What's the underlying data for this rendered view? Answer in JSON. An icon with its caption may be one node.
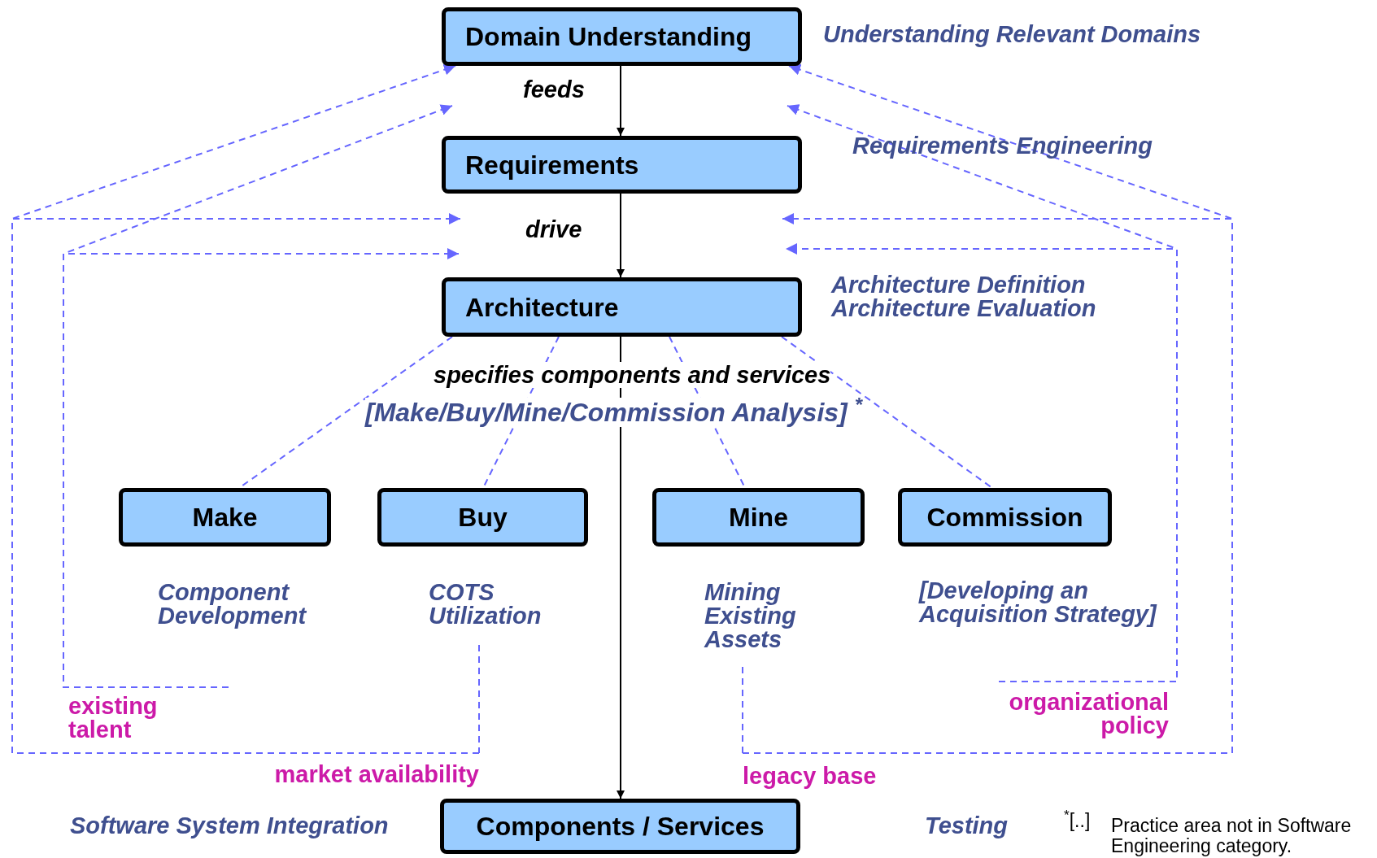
{
  "diagram": {
    "nodes": [
      {
        "text": [
          "Domain Understanding"
        ],
        "beside": [
          "Understanding Relevant Domains"
        ]
      },
      {
        "text": [
          "Requirements"
        ],
        "beside": [
          "Requirements Engineering"
        ]
      },
      {
        "text": [
          "Architecture"
        ],
        "beside": [
          "Architecture Definition",
          "Architecture Evaluation"
        ]
      },
      {
        "text": [
          "Make"
        ],
        "beside": [
          "Component Development"
        ]
      },
      {
        "text": [
          "Buy"
        ],
        "beside": [
          "COTS Utilization"
        ]
      },
      {
        "text": [
          "Mine"
        ],
        "beside": [
          "Mining Existing Assets"
        ]
      },
      {
        "text": [
          "Commission"
        ],
        "beside": [
          "[Developing an Acquisition Strategy]"
        ]
      },
      {
        "text": [
          "Components / Services"
        ]
      },
      {
        "text": [
          "existing talent"
        ]
      },
      {
        "text": [
          "market availability"
        ]
      },
      {
        "text": [
          "legacy base"
        ]
      },
      {
        "text": [
          "organizational policy"
        ]
      }
    ],
    "edges": [
      {
        "from": 0,
        "to": 1,
        "arrow": "to",
        "label": "feeds",
        "color": "#000000"
      },
      {
        "from": 1,
        "to": 2,
        "arrow": "to",
        "label": "drive",
        "color": "#000000"
      },
      {
        "from": 2,
        "to": 7,
        "arrow": "to",
        "label": "specifies components and services",
        "color": "#000000"
      },
      {
        "from": 2,
        "to": 3,
        "arrow": "none",
        "style": "dashed",
        "color": "#6666ff"
      },
      {
        "from": 2,
        "to": 4,
        "arrow": "none",
        "style": "dashed",
        "color": "#6666ff"
      },
      {
        "from": 2,
        "to": 5,
        "arrow": "none",
        "style": "dashed",
        "color": "#6666ff"
      },
      {
        "from": 2,
        "to": 6,
        "arrow": "none",
        "style": "dashed",
        "color": "#6666ff"
      },
      {
        "from": 8,
        "to": 1,
        "arrow": "to",
        "style": "dashed",
        "color": "#6666ff"
      },
      {
        "from": 8,
        "to": 2,
        "arrow": "to",
        "style": "dashed",
        "color": "#6666ff"
      },
      {
        "from": 9,
        "to": 0,
        "arrow": "to",
        "style": "dashed",
        "color": "#6666ff"
      },
      {
        "from": 9,
        "to": 1,
        "arrow": "to",
        "style": "dashed",
        "color": "#6666ff"
      },
      {
        "from": 10,
        "to": 0,
        "arrow": "to",
        "style": "dashed",
        "color": "#6666ff"
      },
      {
        "from": 10,
        "to": 1,
        "arrow": "to",
        "style": "dashed",
        "color": "#6666ff"
      },
      {
        "from": 11,
        "to": 1,
        "arrow": "to",
        "style": "dashed",
        "color": "#6666ff"
      },
      {
        "from": 11,
        "to": 2,
        "arrow": "to",
        "style": "dashed",
        "color": "#6666ff"
      }
    ],
    "labels": [
      "[Make/Buy/Mine/Commission Analysis] $^{*}$",
      "Software System Integration",
      "Testing",
      "$^{*}$[..]",
      "Practice area not in Software Engineering category."
    ]
  }
}
